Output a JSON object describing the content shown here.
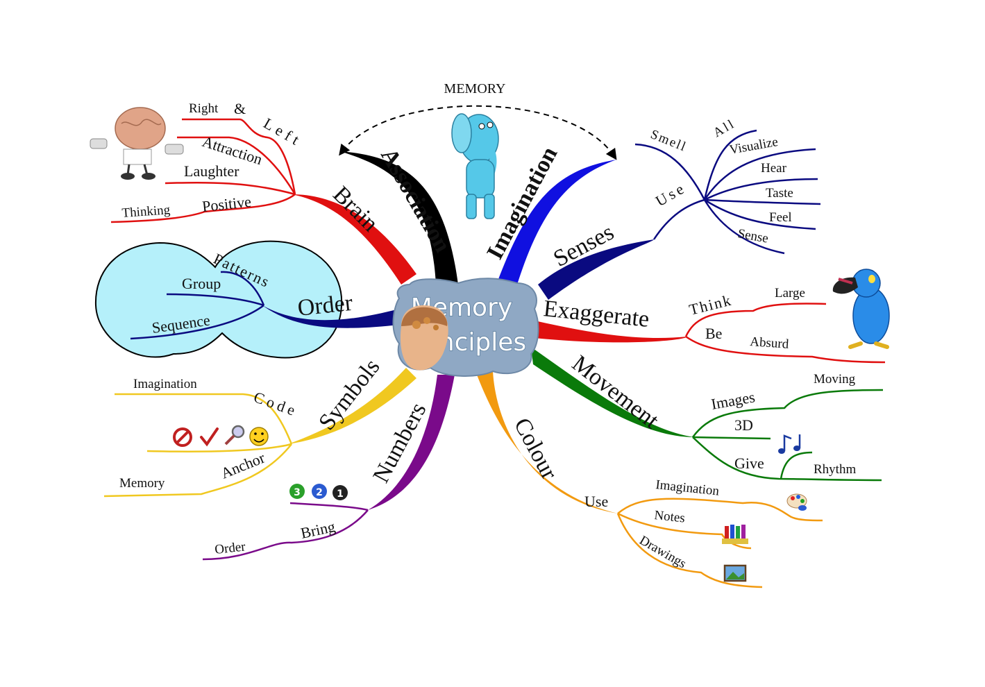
{
  "center": {
    "line1": "Memory",
    "line2": "Principles"
  },
  "memory_label": "MEMORY",
  "branches": {
    "association": "Association",
    "imagination": "Imagination",
    "brain": "Brain",
    "senses": "Senses",
    "order": "Order",
    "exaggerate": "Exaggerate",
    "symbols": "Symbols",
    "movement": "Movement",
    "numbers": "Numbers",
    "colour": "Colour"
  },
  "brain": {
    "right": "Right",
    "amp": "&",
    "left": "Left",
    "attraction": "Attraction",
    "laughter": "Laughter",
    "positive": "Positive",
    "thinking": "Thinking"
  },
  "senses": {
    "smell": "Smell",
    "all": "All",
    "use": "Use",
    "visualize": "Visualize",
    "hear": "Hear",
    "taste": "Taste",
    "feel": "Feel",
    "sense": "Sense"
  },
  "order": {
    "patterns": "Patterns",
    "group": "Group",
    "sequence": "Sequence"
  },
  "exaggerate": {
    "think": "Think",
    "large": "Large",
    "be": "Be",
    "absurd": "Absurd"
  },
  "symbols": {
    "imagination": "Imagination",
    "code": "Code",
    "anchor": "Anchor",
    "memory": "Memory"
  },
  "movement": {
    "images": "Images",
    "moving": "Moving",
    "three_d": "3D",
    "give": "Give",
    "rhythm": "Rhythm"
  },
  "numbers": {
    "bring": "Bring",
    "order": "Order",
    "badges": [
      "3",
      "2",
      "1"
    ]
  },
  "colour": {
    "use": "Use",
    "imagination": "Imagination",
    "notes": "Notes",
    "drawings": "Drawings"
  },
  "colors": {
    "association": "#000000",
    "imagination": "#1010e0",
    "brain": "#e01010",
    "senses": "#0a0a80",
    "order": "#0a0a80",
    "exaggerate": "#e01010",
    "symbols": "#f0c820",
    "movement": "#0a7a0a",
    "numbers": "#7a0a8a",
    "colour": "#f29a10",
    "cloud": "#b5f0fa"
  },
  "icons": [
    "brain-mascot-icon",
    "elephant-icon",
    "toucan-icon",
    "no-entry-icon",
    "checkmark-icon",
    "magnifier-icon",
    "smiley-icon",
    "music-notes-icon",
    "palette-icon",
    "crayons-icon",
    "picture-icon",
    "person-head-icon"
  ]
}
